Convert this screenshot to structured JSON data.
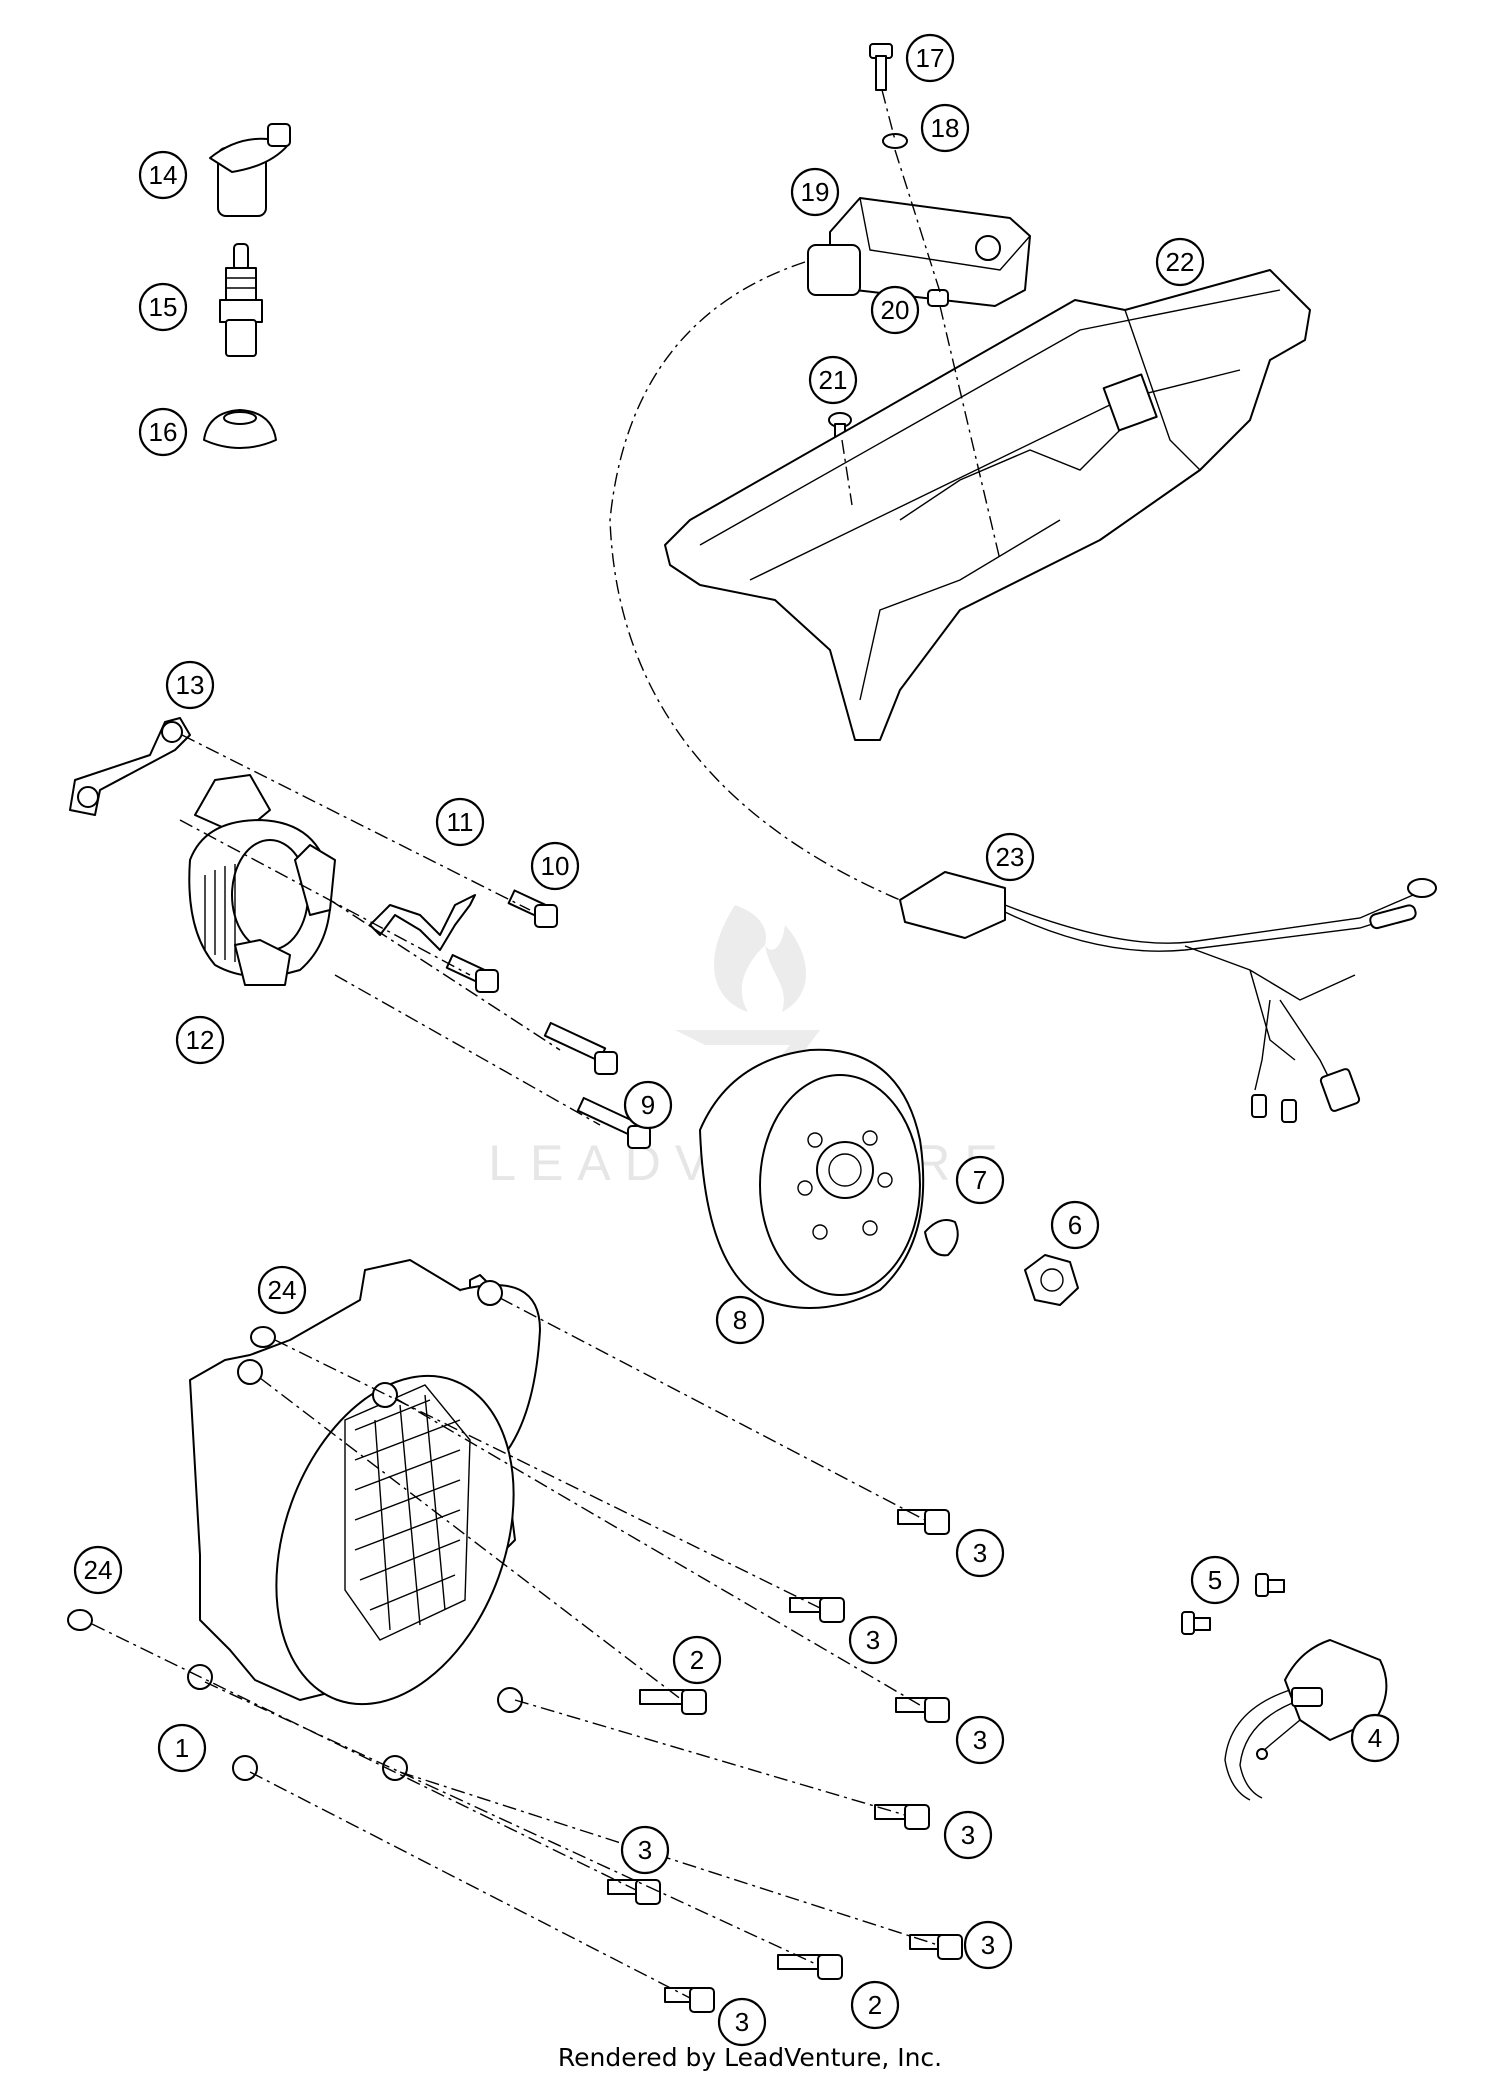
{
  "callouts": [
    {
      "id": "c1",
      "label": "1"
    },
    {
      "id": "c2a",
      "label": "2"
    },
    {
      "id": "c2b",
      "label": "2"
    },
    {
      "id": "c3a",
      "label": "3"
    },
    {
      "id": "c3b",
      "label": "3"
    },
    {
      "id": "c3c",
      "label": "3"
    },
    {
      "id": "c3d",
      "label": "3"
    },
    {
      "id": "c3e",
      "label": "3"
    },
    {
      "id": "c3f",
      "label": "3"
    },
    {
      "id": "c3g",
      "label": "3"
    },
    {
      "id": "c4",
      "label": "4"
    },
    {
      "id": "c5",
      "label": "5"
    },
    {
      "id": "c6",
      "label": "6"
    },
    {
      "id": "c7",
      "label": "7"
    },
    {
      "id": "c8",
      "label": "8"
    },
    {
      "id": "c9",
      "label": "9"
    },
    {
      "id": "c10",
      "label": "10"
    },
    {
      "id": "c11",
      "label": "11"
    },
    {
      "id": "c12",
      "label": "12"
    },
    {
      "id": "c13",
      "label": "13"
    },
    {
      "id": "c14",
      "label": "14"
    },
    {
      "id": "c15",
      "label": "15"
    },
    {
      "id": "c16",
      "label": "16"
    },
    {
      "id": "c17",
      "label": "17"
    },
    {
      "id": "c18",
      "label": "18"
    },
    {
      "id": "c19",
      "label": "19"
    },
    {
      "id": "c20",
      "label": "20"
    },
    {
      "id": "c21",
      "label": "21"
    },
    {
      "id": "c22",
      "label": "22"
    },
    {
      "id": "c23",
      "label": "23"
    },
    {
      "id": "c24a",
      "label": "24"
    },
    {
      "id": "c24b",
      "label": "24"
    }
  ],
  "watermark": {
    "text": "LEADVENTURE"
  },
  "footer": {
    "text": "Rendered by LeadVenture, Inc."
  }
}
